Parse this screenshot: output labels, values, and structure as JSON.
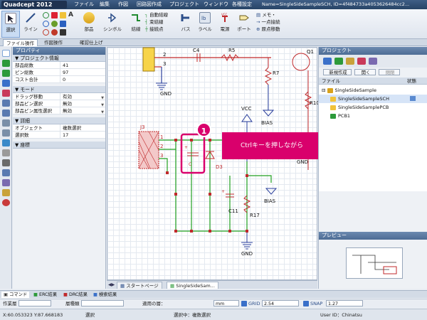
{
  "app": {
    "logo": "Quadcept 2012",
    "window_title": "Name=SingleSideSampleSCH, ID=4f484733a4053626484cc2..."
  },
  "menus": [
    "ファイル",
    "編集",
    "作図",
    "回路図作成",
    "プロジェクト",
    "ウィンドウ",
    "各種設定"
  ],
  "ribbon": {
    "buttons": {
      "select": "選択",
      "line": "ライン",
      "parts": "部品",
      "symbol": "シンボル",
      "wire": "結線",
      "bus": "バス",
      "label": "ラベル",
      "power": "電源",
      "port": "ポート"
    },
    "wire_small": [
      "自動結線",
      "束結線",
      "接続点"
    ],
    "memo_small": [
      "メモ・",
      "一点接続",
      "原点移動"
    ]
  },
  "ribbon_tabs": [
    "ファイル操作",
    "作図操作",
    "確認仕上げ"
  ],
  "properties": {
    "title": "プロパティ",
    "sections": {
      "project_info": "プロジェクト情報",
      "mode": "モード",
      "details": "詳細",
      "coords": "座標"
    },
    "project_rows": [
      {
        "key": "部品総数",
        "value": "41"
      },
      {
        "key": "ピン総数",
        "value": "97"
      },
      {
        "key": "コスト合計",
        "value": "0"
      }
    ],
    "mode_rows": [
      {
        "key": "ドラッグ移動",
        "value": "有効"
      },
      {
        "key": "部品ピン選択",
        "value": "無効"
      },
      {
        "key": "部品ピン属性選択",
        "value": "無効"
      }
    ],
    "detail_rows": [
      {
        "key": "オブジェクト",
        "value": "複数選択"
      },
      {
        "key": "選択数",
        "value": "17"
      }
    ]
  },
  "schematic": {
    "labels": {
      "c4": "C4",
      "r5": "R5",
      "q1": "Q1",
      "r7": "R7",
      "r10": "R10",
      "gnd_top": "GND",
      "vcc": "VCC",
      "bias1": "BIAS",
      "j3": "J3",
      "d3": "D3",
      "c11": "C11",
      "r17": "R17",
      "bias2": "BIAS",
      "gnd_bottom": "GND",
      "gnd_right": "GND",
      "pin1": "1",
      "pin2": "2",
      "pin3": "3",
      "pin_top2": "2",
      "pin_top3": "3",
      "c_label": "C"
    }
  },
  "callout": {
    "badge": "1",
    "text": "Ctrlキーを押しながら"
  },
  "doc_tabs": [
    "スタートページ",
    "SingleSideSam..."
  ],
  "project": {
    "title": "プロジェクト",
    "new_button": "新規作成",
    "open_button": "開く",
    "close_button": "閉閉",
    "col_file": "ファイル",
    "col_status": "状態",
    "tree": [
      {
        "name": "SingleSideSample",
        "level": 0
      },
      {
        "name": "SingleSideSampleSCH",
        "level": 1
      },
      {
        "name": "SingleSideSamplePCB",
        "level": 1
      },
      {
        "name": "PCB1",
        "level": 1
      }
    ]
  },
  "preview": {
    "title": "プレビュー"
  },
  "bottom_tabs": [
    "コマンド",
    "ERC結果",
    "DRC結果",
    "検索結果"
  ],
  "options": {
    "work_layer_label": "作業層",
    "layer_type_label": "層種類",
    "apply_layer_label": "適用の層：",
    "unit": "mm",
    "grid_label": "GRID",
    "grid_value": "2.54",
    "snap_label": "SNAP",
    "snap_value": "1.27"
  },
  "status": {
    "coords": "X:60.053323 Y:87.668183",
    "mode": "選択",
    "selection": "選択中：複数選択",
    "user": "User ID：Chinatsu"
  }
}
